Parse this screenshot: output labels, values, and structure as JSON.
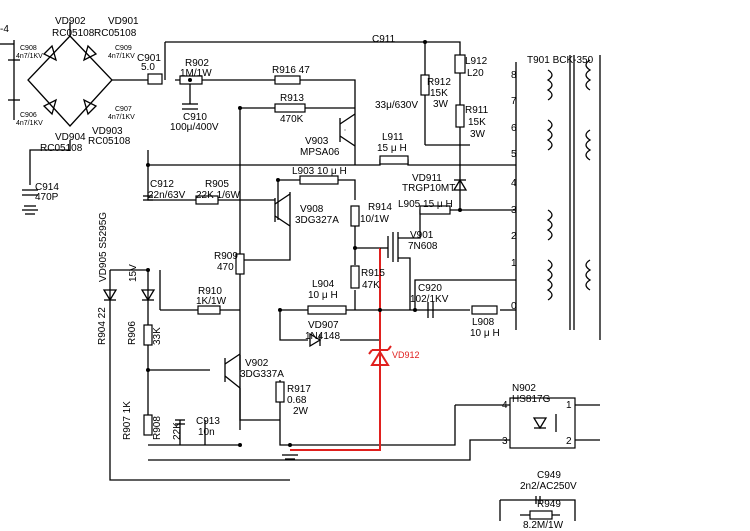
{
  "labels": {
    "top_left": "-4",
    "vd902": "VD902",
    "vd901": "VD901",
    "rc05108_a": "RC05108",
    "rc05108_b": "RC05108",
    "rc05108_c": "RC05108",
    "rc05108_d": "RC05108",
    "c908": "C908",
    "c908_val": "4n7/1KV",
    "c909": "C909",
    "c909_val": "4n7/1KV",
    "c901": "C901",
    "c901_val": "5.0",
    "c906": "C906",
    "c906_val": "4n7/1KV",
    "c907": "C907",
    "c907_val": "4n7/1KV",
    "vd904": "VD904",
    "vd903": "VD903",
    "c914": "C914",
    "c914_val": "470P",
    "r902": "R902",
    "r902_val": "1M/1W",
    "c910": "C910",
    "c910_val": "100μ/400V",
    "r916": "R916 47",
    "r913": "R913",
    "r913_val": "470K",
    "v903": "V903",
    "mpsa06": "MPSA06",
    "c911": "C911",
    "c911_val": "33μ/630V",
    "r912": "R912",
    "r912_val": "15K",
    "r912_power": "3W",
    "l912": "L912",
    "l912_val": "L20",
    "r911": "R911",
    "r911_val": "15K",
    "r911_power": "3W",
    "l911": "L911",
    "l911_val": "15 μ H",
    "vd911": "VD911",
    "trgp10mt": "TRGP10MT",
    "l903": "L903 10 μ H",
    "c912": "C912",
    "c912_val": "22n/63V",
    "r905": "R905",
    "r905_val": "22K 1/6W",
    "v908": "V908",
    "v908_part": "3DG327A",
    "r914": "R914",
    "r914_val": "10/1W",
    "l905": "L905 15 μ H",
    "v901": "V901",
    "v901_part": "7N608",
    "r909": "R909",
    "r909_val": "470",
    "r915": "R915",
    "r915_val": "47K",
    "l904": "L904",
    "l904_val": "10 μ H",
    "c920": "C920",
    "c920_val": "102/1KV",
    "l908": "L908",
    "l908_val": "10 μ H",
    "r910": "R910",
    "r910_val": "1K/1W",
    "vd907": "VD907",
    "vd907_part": "1N4148",
    "vd912": "VD912",
    "v902": "V902",
    "v902_part": "3DG337A",
    "r917": "R917",
    "r917_val": "0.68",
    "r917_power": "2W",
    "c913": "C913",
    "c913_val": "10n",
    "n902": "N902",
    "n902_part": "HS817G",
    "pin4": "4",
    "pin3": "3",
    "pin1": "1",
    "pin2": "2",
    "c949": "C949",
    "c949_val": "2n2/AC250V",
    "r949": "R949",
    "r949_val": "8.2M/1W",
    "t901": "T901 BCK-350",
    "tap8": "8",
    "tap7": "7",
    "tap6": "6",
    "tap5": "5",
    "tap4": "4",
    "tap3": "3",
    "tap2": "2",
    "tap1": "1",
    "tap0": "0",
    "vd905": "VD905 S5295G",
    "vd905_15v": "15V",
    "r904": "R904 22",
    "r906": "R906",
    "r906_val": "33K",
    "r907": "R907 1K",
    "r908": "R908",
    "r908_val": "22K"
  }
}
